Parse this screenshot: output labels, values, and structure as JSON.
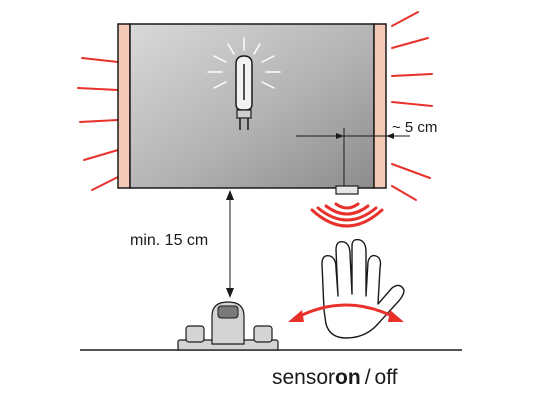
{
  "labels": {
    "distance_sensor": "~ 5 cm",
    "min_height": "min. 15 cm",
    "sensor_prefix": "sensor",
    "sensor_on": "on",
    "sensor_sep": "/",
    "sensor_off": "off"
  },
  "colors": {
    "glow_ray": "#e8312a",
    "side_strip": "#f4c9b5",
    "mirror_light": "#d9d9d9",
    "mirror_dark": "#8c8c8c",
    "line": "#1a1a1a",
    "hand_fill": "#ffffff",
    "arrow": "#e8312a"
  },
  "icons": {
    "bulb": "halogen-bulb-icon",
    "hand": "hand-icon",
    "faucet": "faucet-icon",
    "sensor": "motion-sensor-icon"
  }
}
